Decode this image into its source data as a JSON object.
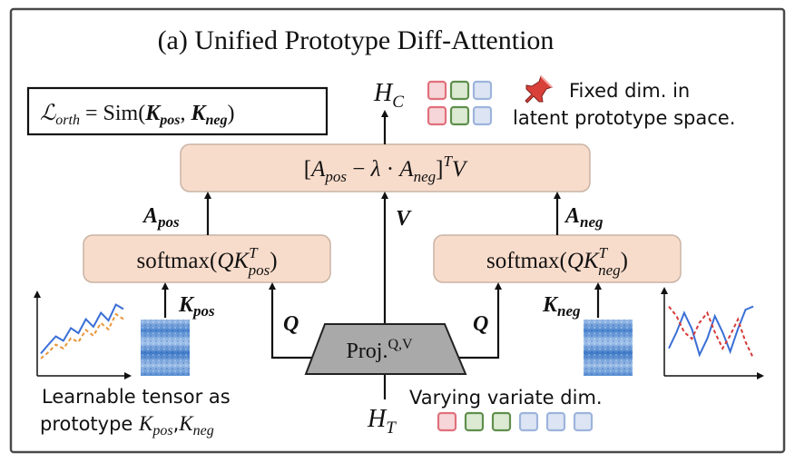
{
  "title": "(a) Unified Prototype Diff-Attention",
  "loss": {
    "lhs": "ℒ",
    "lhs_sub": "orth",
    "eq": " = Sim(",
    "k1": "K",
    "k1_sub": "pos",
    "sep": ", ",
    "k2": "K",
    "k2_sub": "neg",
    "close": ")"
  },
  "output": {
    "symbol": "H",
    "sub": "C"
  },
  "top_box": {
    "open": "[",
    "a1": "A",
    "a1_sub": "pos",
    "minus": " − ",
    "lam": "λ",
    "dot": " · ",
    "a2": "A",
    "a2_sub": "neg",
    "close": "]",
    "sup": "T",
    "v": "V"
  },
  "left_box": {
    "fn": "softmax(",
    "q": "QK",
    "sup": "T",
    "sub": "pos",
    "close": ")"
  },
  "right_box": {
    "fn": "softmax(",
    "q": "QK",
    "sup": "T",
    "sub": "neg",
    "close": ")"
  },
  "labels": {
    "a_pos": "A",
    "a_pos_sub": "pos",
    "a_neg": "A",
    "a_neg_sub": "neg",
    "v": "V",
    "k_pos": "K",
    "k_pos_sub": "pos",
    "k_neg": "K",
    "k_neg_sub": "neg",
    "q_left": "Q",
    "q_right": "Q"
  },
  "proj": {
    "text": "Proj.",
    "sup": "Q,V"
  },
  "input": {
    "symbol": "H",
    "sub": "T"
  },
  "fixed_note": {
    "line1": "Fixed dim. in",
    "line2": "latent prototype space."
  },
  "varying_note": "Varying variate dim.",
  "learnable_note": {
    "line1": "Learnable tensor as",
    "line2": "prototype ",
    "k1": "K",
    "k1_sub": "pos",
    "sep": ",",
    "k2": "K",
    "k2_sub": "neg"
  },
  "colors": {
    "frame": "#4a4a4a",
    "box_fill": "#f8dccb",
    "box_stroke": "#c9b3a5",
    "proj_fill": "#a9a9a9",
    "square_red": "#e0707c",
    "square_red_fill": "#f6d6d8",
    "square_green": "#5f8f4d",
    "square_green_fill": "#dcead3",
    "square_blue": "#9db4dc",
    "square_blue_fill": "#dde5f4",
    "line_blue": "#3a6fd6",
    "line_orange": "#e8963a",
    "line_red": "#d63a3a",
    "pin_red": "#d9403a"
  },
  "charts": {
    "left_solid": [
      0.18,
      0.32,
      0.45,
      0.38,
      0.58,
      0.5,
      0.72,
      0.6,
      0.82,
      0.7,
      0.95,
      0.88
    ],
    "left_dashed": [
      0.1,
      0.2,
      0.32,
      0.26,
      0.42,
      0.36,
      0.55,
      0.46,
      0.66,
      0.56,
      0.8,
      0.72
    ],
    "right_solid": [
      0.3,
      0.55,
      0.85,
      0.6,
      0.2,
      0.45,
      0.8,
      0.55,
      0.25,
      0.6,
      0.9,
      0.95
    ],
    "right_dashed": [
      0.95,
      0.8,
      0.55,
      0.45,
      0.7,
      0.85,
      0.55,
      0.3,
      0.5,
      0.75,
      0.4,
      0.15
    ]
  }
}
